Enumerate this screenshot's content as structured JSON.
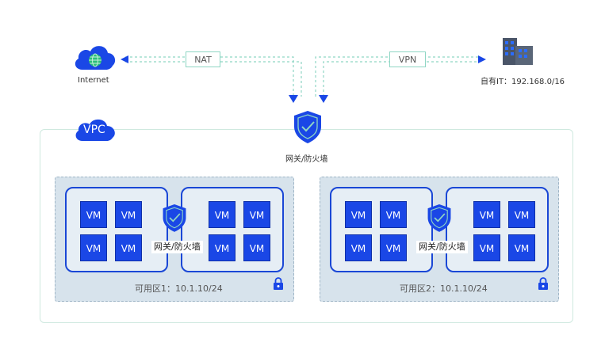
{
  "internet": {
    "label": "Internet"
  },
  "links": {
    "nat_label": "NAT",
    "vpn_label": "VPN"
  },
  "onprem": {
    "label": "自有IT：192.168.0/16"
  },
  "gateway": {
    "label": "网关/防火墙"
  },
  "vpc": {
    "label": "VPC"
  },
  "zones": [
    {
      "label": "可用区1：10.1.10/24",
      "gateway_label": "网关/防火墙",
      "left_vms": [
        "VM",
        "VM",
        "VM",
        "VM"
      ],
      "right_vms": [
        "VM",
        "VM",
        "VM",
        "VM"
      ]
    },
    {
      "label": "可用区2：10.1.10/24",
      "gateway_label": "网关/防火墙",
      "left_vms": [
        "VM",
        "VM",
        "VM",
        "VM"
      ],
      "right_vms": [
        "VM",
        "VM",
        "VM",
        "VM"
      ]
    }
  ],
  "colors": {
    "accent_blue": "#1a47e6",
    "connector_teal": "#8fd6c4",
    "zone_fill": "#d7e3ec",
    "globe_green": "#2bbf7a"
  },
  "icons": [
    "cloud-globe-icon",
    "building-icon",
    "shield-check-icon",
    "lock-icon",
    "vpc-cloud-icon"
  ]
}
